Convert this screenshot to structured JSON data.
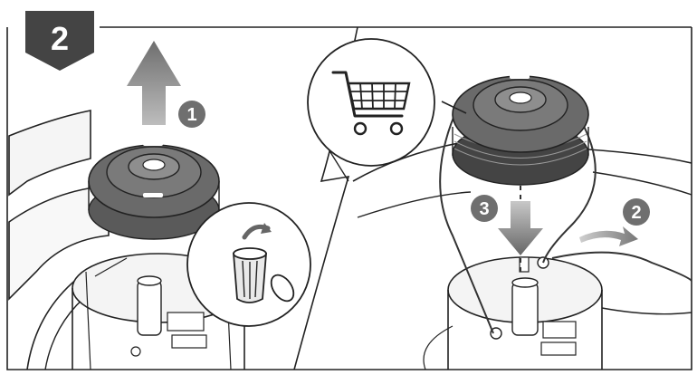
{
  "step_badge": "2",
  "callouts": {
    "left_lift": "1",
    "right_pull": "2",
    "right_insert": "3"
  },
  "icons": {
    "bin": "trash-bin-icon",
    "cart": "shopping-cart-icon"
  },
  "colors": {
    "badge": "#444444",
    "callout": "#6f6f6f",
    "arrow": "#8a8a8a",
    "spool": "#5b5b5b",
    "line": "#222222"
  }
}
